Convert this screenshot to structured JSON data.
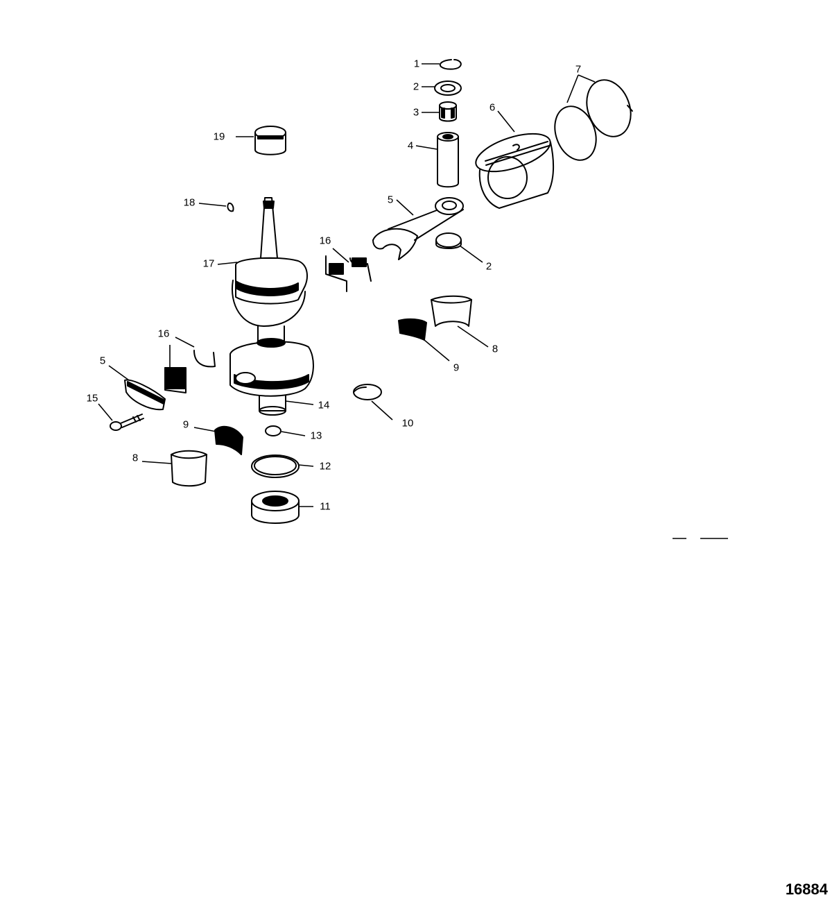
{
  "diagram": {
    "figure_id": "16884",
    "callouts": [
      "1",
      "2",
      "3",
      "4",
      "5",
      "6",
      "7",
      "2",
      "16",
      "17",
      "18",
      "19",
      "8",
      "9",
      "16",
      "5",
      "15",
      "14",
      "10",
      "9",
      "13",
      "8",
      "12",
      "11"
    ],
    "parts": [
      "retaining-ring",
      "washer",
      "needle-bearing",
      "piston-pin",
      "connecting-rod",
      "piston",
      "piston-rings",
      "washer-lower",
      "bearing-cage",
      "crankshaft",
      "woodruff-key",
      "upper-bearing",
      "bearing-race",
      "bearing-cage-half",
      "bearing-cage-lower",
      "rod-cap",
      "rod-bolt",
      "ball-bearing",
      "retaining-ring-2",
      "needle-bearing-half",
      "o-ring",
      "bearing-race-lower",
      "o-ring-large",
      "oil-seal"
    ]
  }
}
